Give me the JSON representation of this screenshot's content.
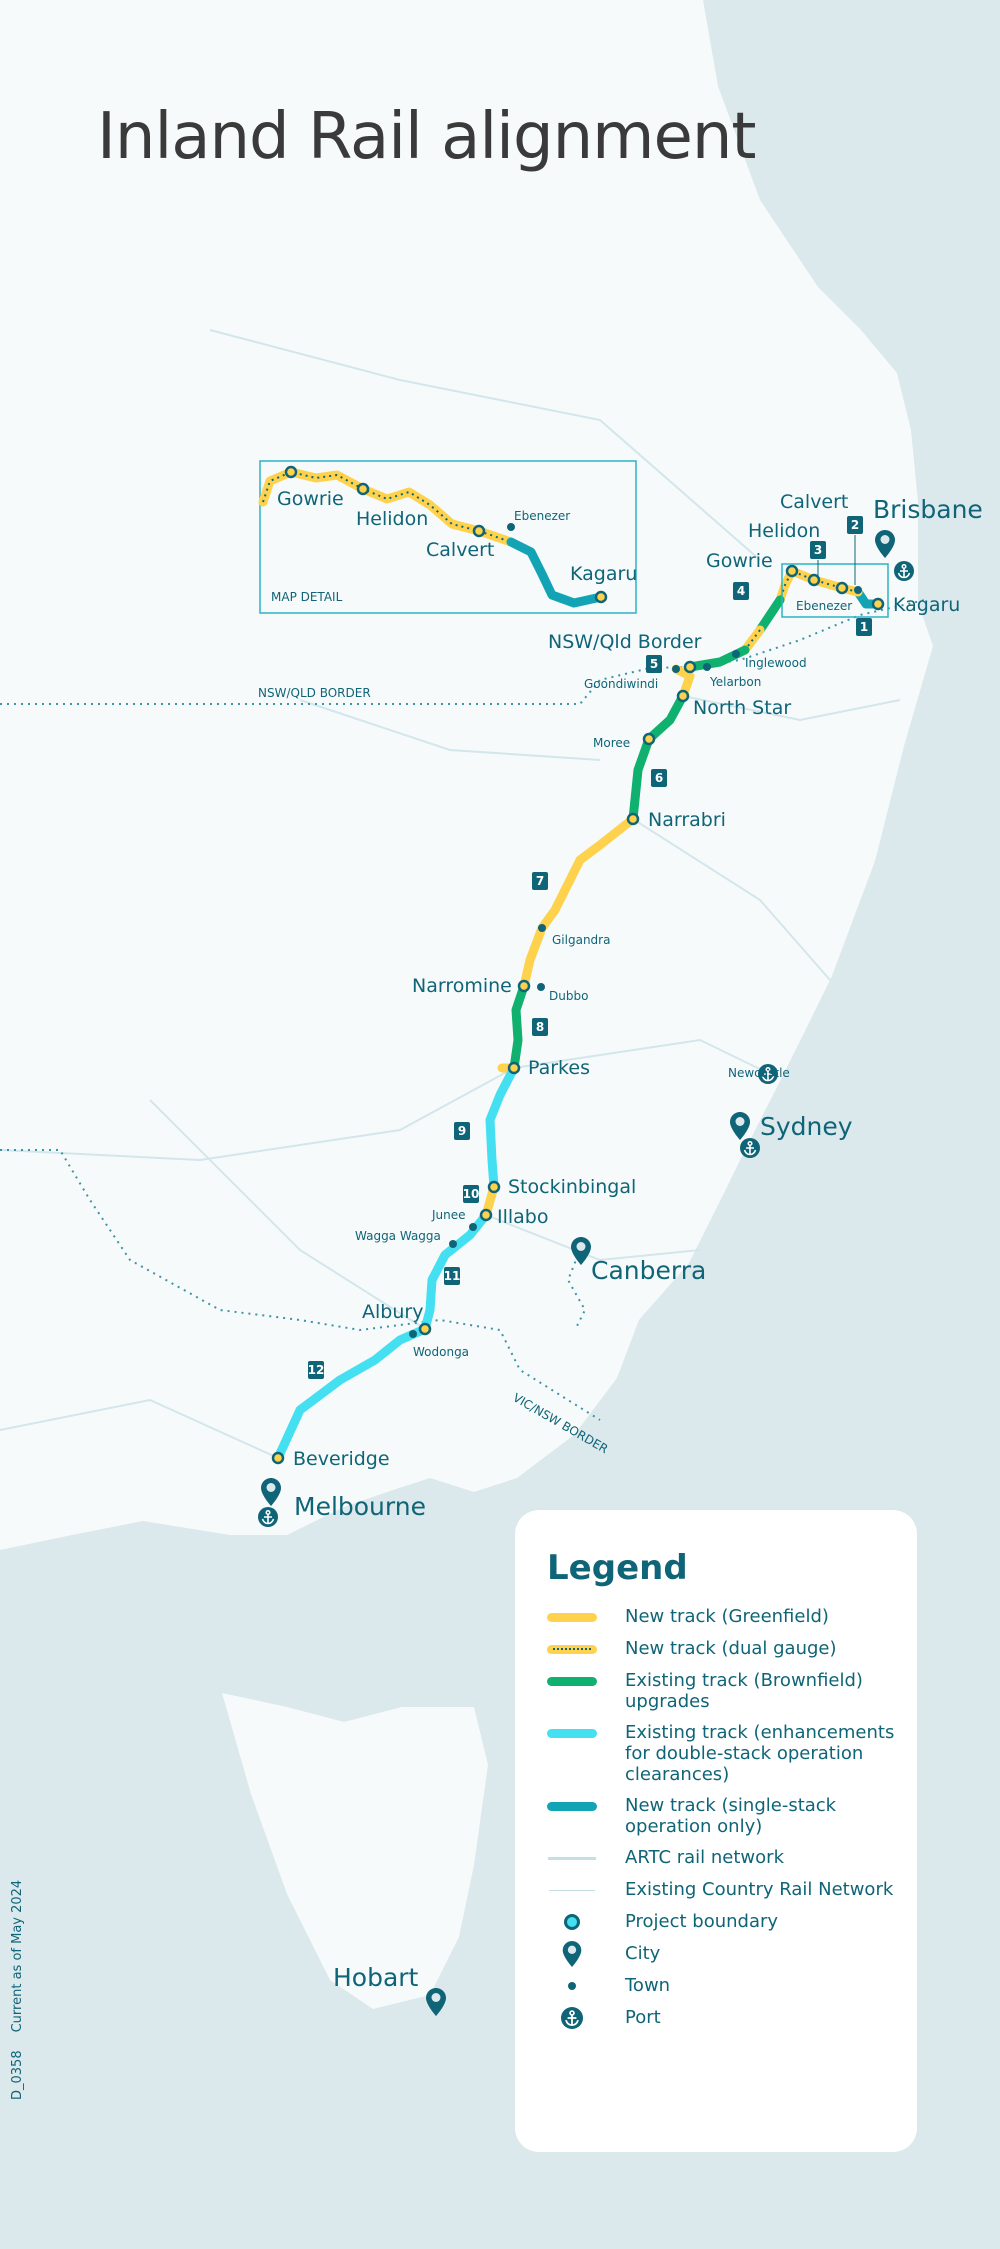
{
  "title": "Inland Rail alignment",
  "colors": {
    "sea": "#dbe8ec",
    "land": "#f7fafb",
    "greenfield": "#ffd24d",
    "brownfield": "#10b06f",
    "enhancement": "#44dff0",
    "single_stack": "#12a3b5",
    "text": "#0f6577"
  },
  "map_detail": {
    "label": "MAP DETAIL",
    "places": [
      "Gowrie",
      "Helidon",
      "Calvert",
      "Ebenezer",
      "Kagaru"
    ]
  },
  "cities": {
    "brisbane": "Brisbane",
    "sydney": "Sydney",
    "canberra": "Canberra",
    "melbourne": "Melbourne",
    "hobart": "Hobart"
  },
  "places": {
    "calvert": "Calvert",
    "helidon": "Helidon",
    "gowrie": "Gowrie",
    "ebenezer": "Ebenezer",
    "kagaru": "Kagaru",
    "nsw_qld_border": "NSW/Qld Border",
    "goondiwindi": "Goondiwindi",
    "yelarbon": "Yelarbon",
    "inglewood": "Inglewood",
    "north_star": "North Star",
    "moree": "Moree",
    "narrabri": "Narrabri",
    "gilgandra": "Gilgandra",
    "narromine": "Narromine",
    "dubbo": "Dubbo",
    "parkes": "Parkes",
    "newcastle": "Newcastle",
    "stockinbingal": "Stockinbingal",
    "illabo": "Illabo",
    "junee": "Junee",
    "wagga_wagga": "Wagga Wagga",
    "albury": "Albury",
    "wodonga": "Wodonga",
    "beveridge": "Beveridge"
  },
  "borders": {
    "nsw_qld": "NSW/QLD BORDER",
    "vic_nsw": "VIC/NSW BORDER"
  },
  "sections": [
    "1",
    "2",
    "3",
    "4",
    "5",
    "6",
    "7",
    "8",
    "9",
    "10",
    "11",
    "12"
  ],
  "legend": {
    "title": "Legend",
    "items": [
      {
        "label": "New track (Greenfield)",
        "icon": "solid-line-yellow"
      },
      {
        "label": "New track (dual gauge)",
        "icon": "dotted-line-yellow"
      },
      {
        "label": "Existing track (Brownfield) upgrades",
        "icon": "solid-line-green"
      },
      {
        "label": "Existing track (enhancements for double-stack operation clearances)",
        "icon": "solid-line-cyan"
      },
      {
        "label": "New track (single-stack operation only)",
        "icon": "solid-line-teal"
      },
      {
        "label": "ARTC rail network",
        "icon": "thin-line"
      },
      {
        "label": "Existing Country Rail Network",
        "icon": "hairline"
      },
      {
        "label": "Project boundary",
        "icon": "ring-icon"
      },
      {
        "label": "City",
        "icon": "pin-icon"
      },
      {
        "label": "Town",
        "icon": "dot-icon"
      },
      {
        "label": "Port",
        "icon": "anchor-icon"
      }
    ]
  },
  "footer": {
    "code": "D_0358",
    "note": "Current as of May 2024"
  }
}
